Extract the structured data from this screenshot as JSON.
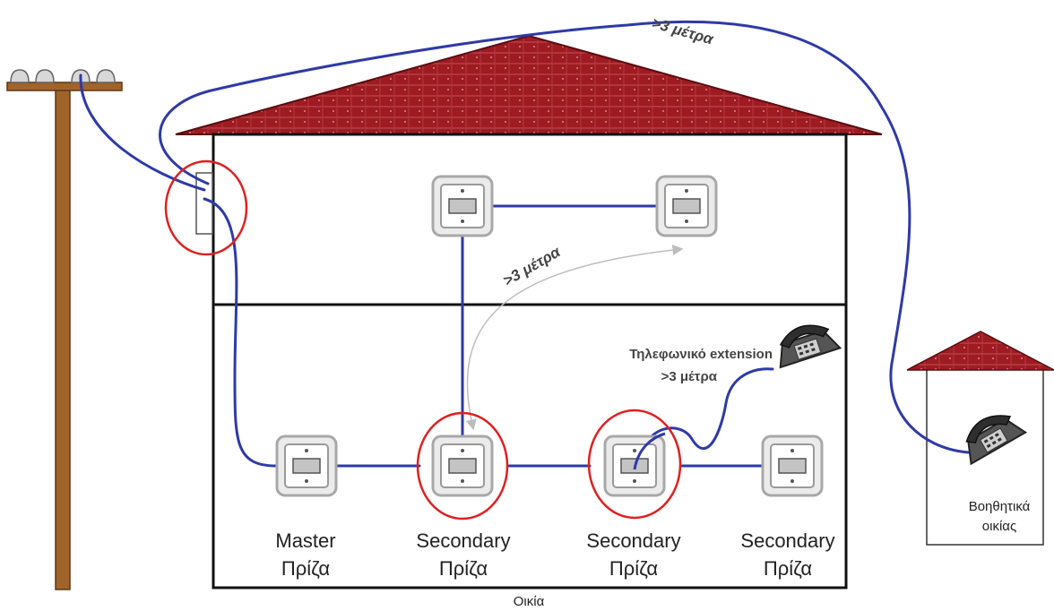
{
  "distance_label": ">3 μέτρα",
  "distance_label_inner": ">3 μέτρα",
  "extension_label": "Τηλεφωνικό extension",
  "extension_distance": ">3 μέτρα",
  "annex_label_line1": "Βοηθητικά",
  "annex_label_line2": "οικίας",
  "house_label": "Οικία",
  "outlets": [
    {
      "line1": "Master",
      "line2": "Πρίζα"
    },
    {
      "line1": "Secondary",
      "line2": "Πρίζα"
    },
    {
      "line1": "Secondary",
      "line2": "Πρίζα"
    },
    {
      "line1": "Secondary",
      "line2": "Πρίζα"
    }
  ],
  "colors": {
    "cable": "#2e3aa8",
    "roof": "#9e1b22",
    "highlight": "#e02020",
    "pole": "#a0632a"
  }
}
